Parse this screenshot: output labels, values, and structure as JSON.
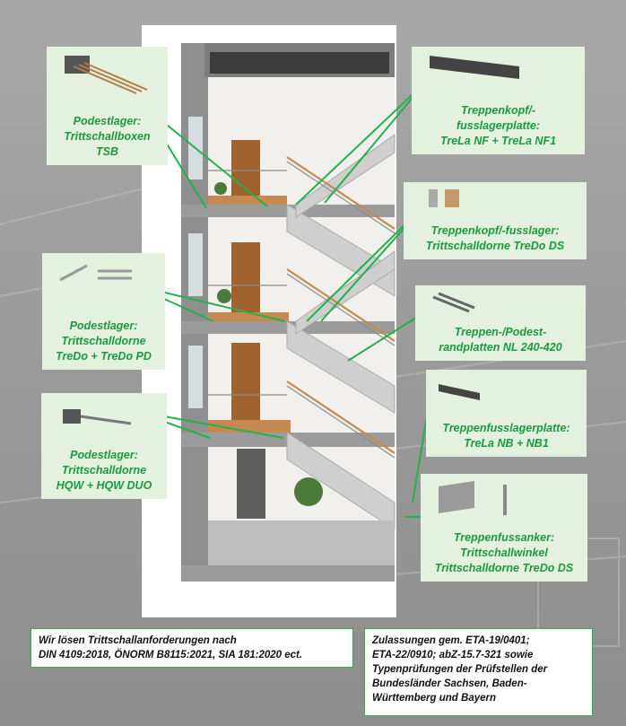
{
  "labels": {
    "tsb": {
      "l1": "Podestlager:",
      "l2": "Trittschallboxen",
      "l3": "TSB"
    },
    "trela_nf": {
      "l1": "Treppenkopf/-",
      "l2": "fusslagerplatte:",
      "l3": "TreLa NF + TreLa NF1"
    },
    "trdo_ds": {
      "l1": "Treppenkopf/-fusslager:",
      "l2": "Trittschalldorne TreDo DS"
    },
    "trdo_pd": {
      "l1": "Podestlager:",
      "l2": "Trittschalldorne",
      "l3": "TreDo + TreDo PD"
    },
    "nl": {
      "l1": "Treppen-/Podest-",
      "l2": "randplatten NL 240-420"
    },
    "hqw": {
      "l1": "Podestlager:",
      "l2": "Trittschalldorne",
      "l3": "HQW + HQW DUO"
    },
    "trela_nb": {
      "l1": "Treppenfusslagerplatte:",
      "l2": "TreLa NB + NB1"
    },
    "anker": {
      "l1": "Treppenfussanker:",
      "l2": "Trittschallwinkel",
      "l3": "Trittschalldorne TreDo DS"
    }
  },
  "notes": {
    "left": {
      "l1": "Wir lösen Trittschallanforderungen nach",
      "l2": "DIN 4109:2018, ÖNORM B8115:2021, SIA 181:2020 ect."
    },
    "right": {
      "l1": "Zulassungen gem. ETA-19/0401;",
      "l2": "ETA-22/0910; abZ-15.7-321 sowie",
      "l3": "Typenprüfungen der Prüfstellen der",
      "l4": "Bundesländer Sachsen, Baden-",
      "l5": "Württemberg und Bayern"
    }
  },
  "colors": {
    "accent": "#1a9a3e",
    "label_bg": "#e4f1df",
    "arrow": "#22b14c"
  }
}
